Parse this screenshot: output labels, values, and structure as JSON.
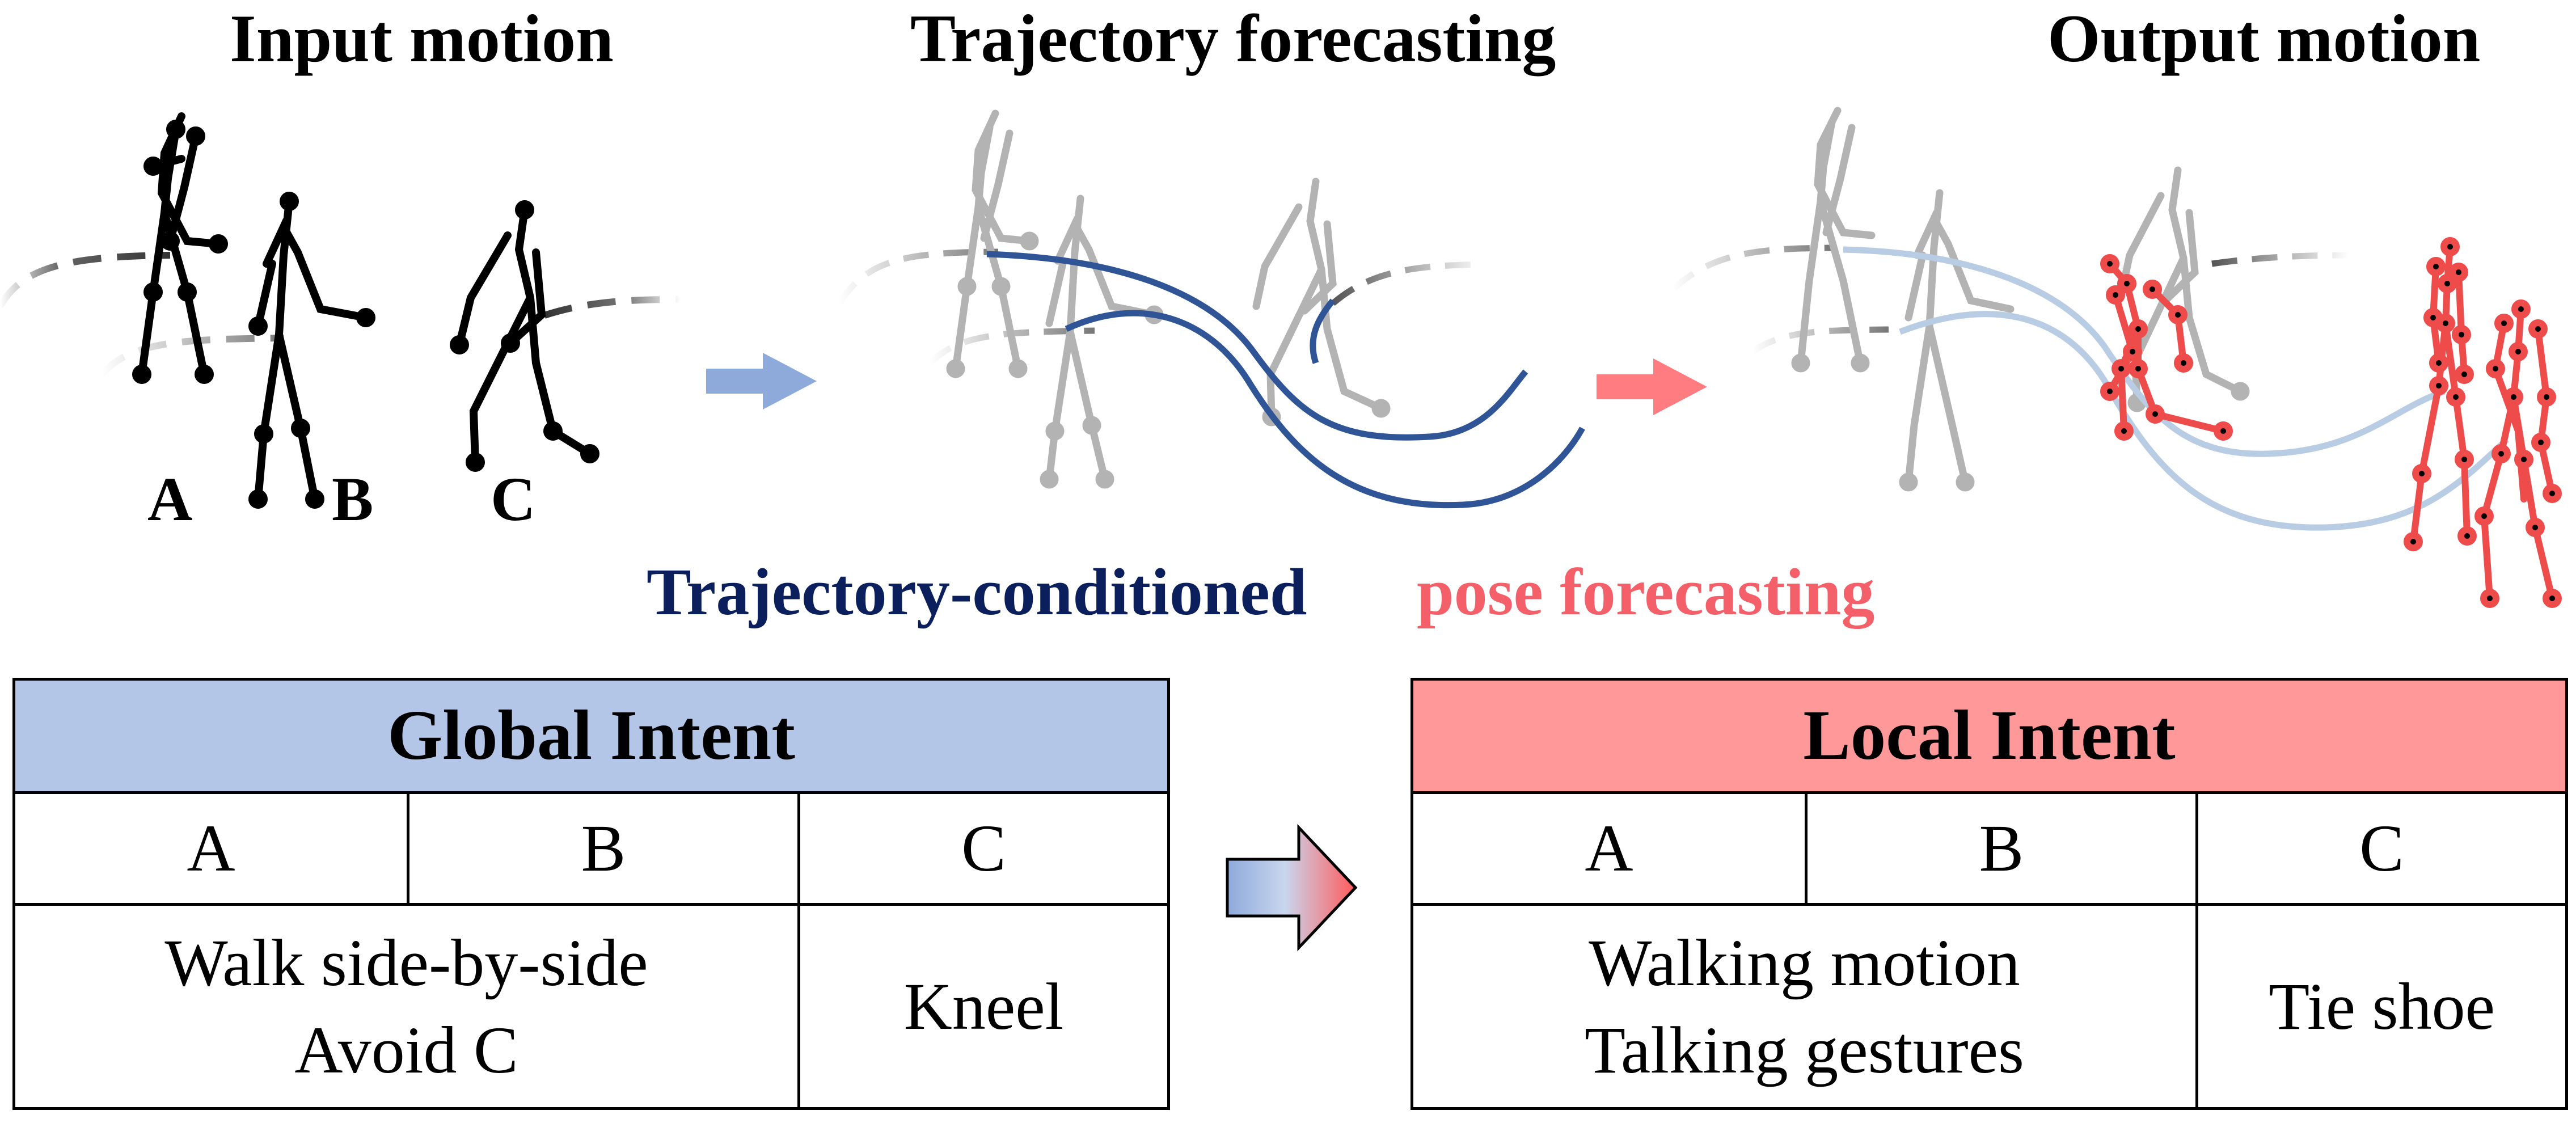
{
  "titles": {
    "input": "Input motion",
    "trajectory": "Trajectory forecasting",
    "output": "Output motion"
  },
  "persons": [
    "A",
    "B",
    "C"
  ],
  "caption": {
    "part1": "Trajectory-conditioned",
    "part2": "pose forecasting"
  },
  "global_intent": {
    "header": "Global Intent",
    "columns": [
      "A",
      "B",
      "C"
    ],
    "ab_lines": [
      "Walk side-by-side",
      "Avoid C"
    ],
    "c": "Kneel"
  },
  "local_intent": {
    "header": "Local Intent",
    "columns": [
      "A",
      "B",
      "C"
    ],
    "ab_lines": [
      "Walking motion",
      "Talking gestures"
    ],
    "c": "Tie shoe"
  },
  "colors": {
    "global_header": "#b4c6e7",
    "local_header": "#ff9999",
    "trajectory_blue": "#2f5597",
    "trajectory_light": "#b8cce4",
    "caption_navy": "#0b1f5c",
    "caption_red": "#f4606a",
    "pose_red": "#ee4b4b",
    "arrow_blue": "#8eaadb",
    "arrow_red": "#ff7c80",
    "ghost_gray": "#b3b3b3",
    "ink": "#000000"
  }
}
